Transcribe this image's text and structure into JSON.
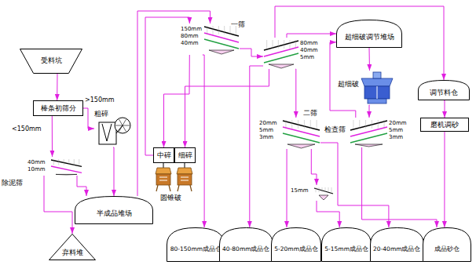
{
  "diagram": {
    "nodes": [
      {
        "text": [
          "受料坑"
        ]
      },
      {
        "text": [
          "棒条初筛分"
        ]
      },
      {
        "text": [
          "粗碎"
        ]
      },
      {
        "text": [
          "40mm",
          "10mm"
        ]
      },
      {
        "text": [
          "半成品堆场"
        ]
      },
      {
        "text": [
          "弃料堆"
        ]
      },
      {
        "text": [
          "150mm",
          "80mm",
          "40mm"
        ]
      },
      {
        "text": [
          "80mm",
          "40mm",
          "5mm"
        ]
      },
      {
        "text": [
          "中碎"
        ]
      },
      {
        "text": [
          "细碎"
        ]
      },
      {
        "text": [
          "超细破调节堆场"
        ]
      },
      {
        "text": [
          "超细破"
        ]
      },
      {
        "text": [
          "20mm",
          "5mm",
          "3mm"
        ]
      },
      {
        "text": [
          "20mm",
          "5mm",
          "3mm"
        ]
      },
      {
        "text": [
          "15mm"
        ]
      },
      {
        "text": [
          "调节料仓"
        ]
      },
      {
        "text": [
          "磨机调砂"
        ]
      },
      {
        "text": [
          "80-150mm成品仓"
        ]
      },
      {
        "text": [
          "40-80mm成品仓"
        ]
      },
      {
        "text": [
          "5-20mm成品仓"
        ]
      },
      {
        "text": [
          "5-15mm成品仓"
        ]
      },
      {
        "text": [
          "20-40mm成品仓"
        ]
      },
      {
        "text": [
          "成品砂仓"
        ]
      }
    ],
    "edges": [
      {
        "from": 0,
        "to": 1,
        "arrow": "to"
      },
      {
        "from": 1,
        "to": 2,
        "label": ">150mm",
        "arrow": "to"
      },
      {
        "from": 1,
        "to": 3,
        "label": "<150mm",
        "arrow": "to"
      },
      {
        "from": 2,
        "to": 4,
        "arrow": "to"
      },
      {
        "from": 3,
        "to": 4,
        "arrow": "to"
      },
      {
        "from": 3,
        "to": 5,
        "arrow": "to"
      },
      {
        "from": 4,
        "to": 6,
        "arrow": "to"
      },
      {
        "from": 6,
        "to": 17,
        "arrow": "to"
      },
      {
        "from": 6,
        "to": 8,
        "arrow": "to"
      },
      {
        "from": 7,
        "to": 9,
        "arrow": "to"
      },
      {
        "from": 6,
        "to": 7,
        "arrow": "to"
      },
      {
        "from": 7,
        "to": 10,
        "arrow": "to"
      },
      {
        "from": 10,
        "to": 11,
        "arrow": "to"
      },
      {
        "from": 11,
        "to": 12,
        "arrow": "to"
      },
      {
        "from": 12,
        "to": 22,
        "arrow": "to"
      },
      {
        "from": 12,
        "to": 10,
        "arrow": "to"
      },
      {
        "from": 7,
        "to": 13,
        "arrow": "to"
      },
      {
        "from": 13,
        "to": 19,
        "arrow": "to"
      },
      {
        "from": 13,
        "to": 14,
        "arrow": "to"
      },
      {
        "from": 14,
        "to": 20,
        "arrow": "to"
      },
      {
        "from": 13,
        "to": 21,
        "arrow": "to"
      },
      {
        "from": 7,
        "to": 18,
        "arrow": "to"
      },
      {
        "from": 7,
        "to": 15,
        "arrow": "to"
      },
      {
        "from": 15,
        "to": 16,
        "arrow": "to"
      },
      {
        "from": 16,
        "to": 22,
        "arrow": "to"
      },
      {
        "from": 8,
        "to": 6,
        "arrow": "to"
      }
    ],
    "labels": [
      "除泥筛",
      "一筛",
      "二筛",
      "检查筛",
      "圆锥破"
    ]
  }
}
